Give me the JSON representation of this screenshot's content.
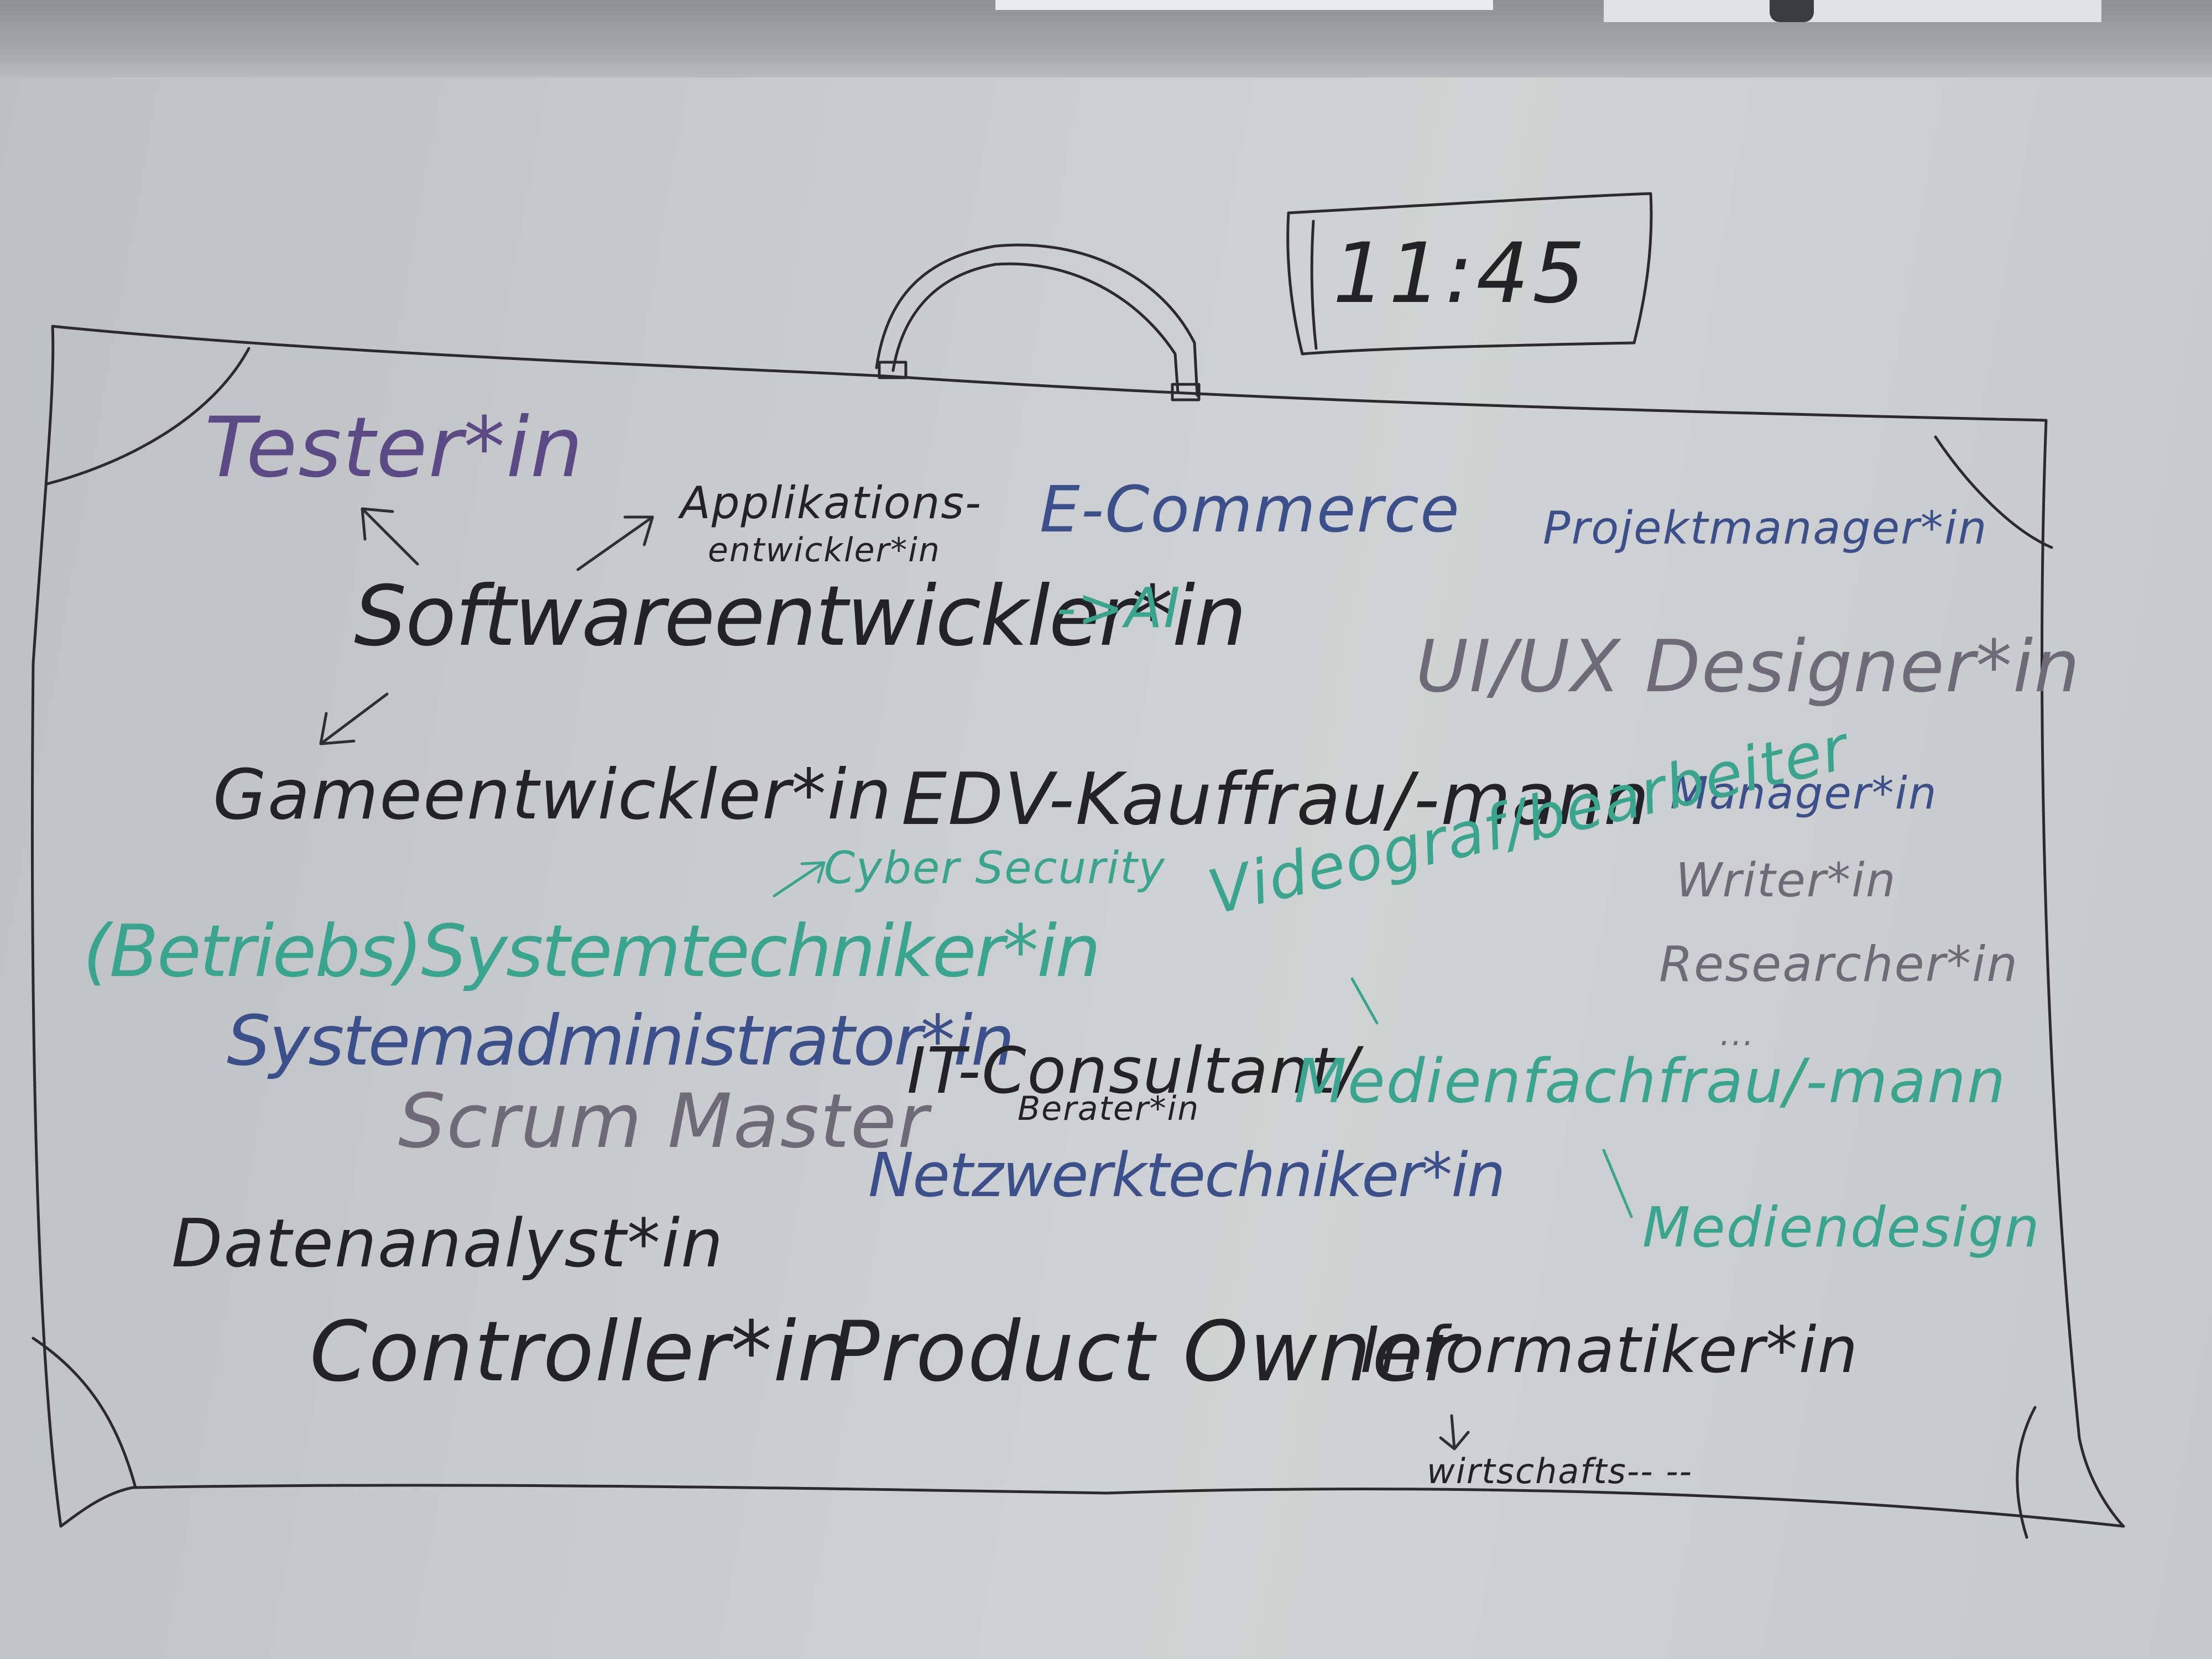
{
  "board": {
    "time": "11:45",
    "words": {
      "tester": "Tester*in",
      "applikation_1": "Applikations-",
      "applikation_2": "entwickler*in",
      "ecommerce": "E-Commerce",
      "projektmanager": "Projektmanager*in",
      "software": "Softwareentwickler*in",
      "ai": "->AI",
      "uiux": "UI/UX Designer*in",
      "game": "Gameentwickler*in",
      "edv": "EDV-Kauffrau/-mann",
      "manager": "Manager*in",
      "writer": "Writer*in",
      "researcher": "Researcher*in",
      "cyber": "Cyber Security",
      "betriebs": "(Betriebs)Systemtechniker*in",
      "videograf": "Videograf/bearbeiter",
      "sysadmin": "Systemadministrator*in",
      "itconsultant": "IT-Consultant/",
      "berater": "Berater*in",
      "dots": "...",
      "medienfach": "Medienfachfrau/-mann",
      "scrum": "Scrum Master",
      "netzwerk": "Netzwerktechniker*in",
      "mediendesign": "Mediendesign",
      "datenanalyst": "Datenanalyst*in",
      "controller": "Controller*in",
      "productowner": "Product Owner",
      "informatiker": "Informatiker*in",
      "wirtschafts": "wirtschafts-- --"
    }
  }
}
